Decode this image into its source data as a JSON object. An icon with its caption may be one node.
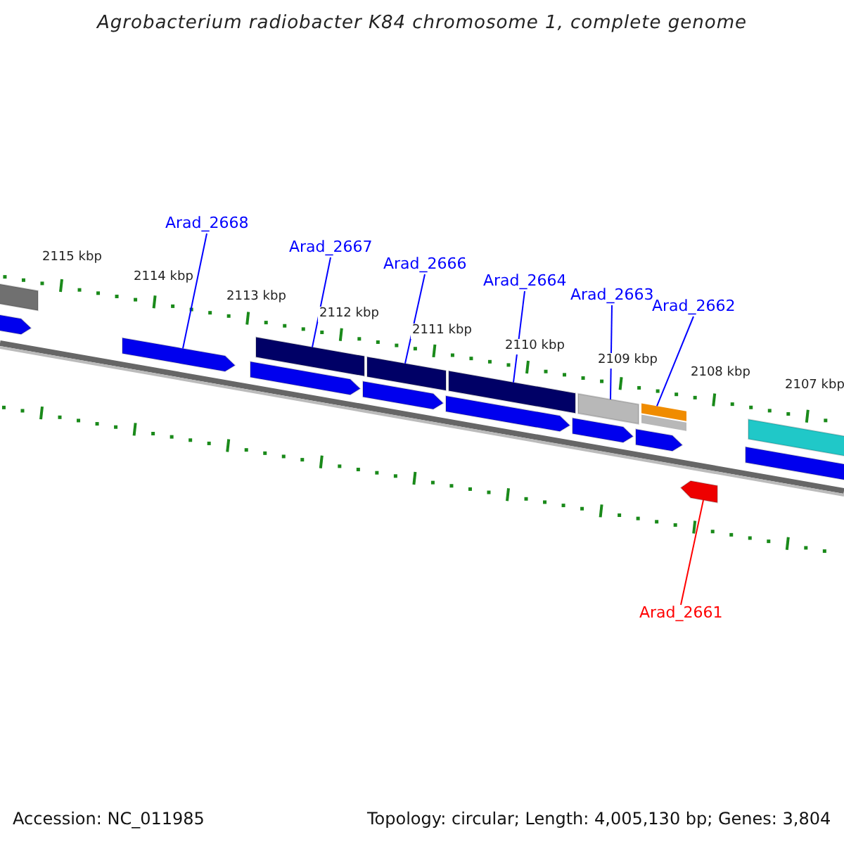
{
  "diagram": {
    "title": "Agrobacterium radiobacter K84 chromosome 1, complete genome",
    "nodes": [
      {
        "text": [
          "Arad_2668"
        ]
      },
      {
        "text": [
          "Arad_2667"
        ]
      },
      {
        "text": [
          "Arad_2666"
        ]
      },
      {
        "text": [
          "Arad_2664"
        ]
      },
      {
        "text": [
          "Arad_2663"
        ]
      },
      {
        "text": [
          "Arad_2662"
        ]
      },
      {
        "text": [
          "Arad_2661"
        ]
      },
      {
        "text": [],
        "shape": "bar"
      },
      {
        "text": [],
        "shape": "arrow"
      },
      {
        "text": [],
        "shape": "arrow"
      },
      {
        "text": [],
        "shape": "arrow"
      },
      {
        "text": [],
        "shape": "bar"
      },
      {
        "text": [],
        "shape": "arrow"
      },
      {
        "text": [],
        "shape": "bar"
      },
      {
        "text": [],
        "shape": "arrow"
      },
      {
        "text": [],
        "shape": "bar"
      },
      {
        "text": [],
        "shape": "arrow"
      },
      {
        "text": [],
        "shape": "bar"
      },
      {
        "text": [],
        "shape": "arrow"
      },
      {
        "text": [],
        "shape": "bar"
      },
      {
        "text": [],
        "shape": "arrow"
      },
      {
        "text": [],
        "shape": "bar"
      },
      {
        "text": [],
        "shape": "bar"
      }
    ],
    "edges": [
      {
        "from": 0,
        "to": 9,
        "arrow": "none"
      },
      {
        "from": 1,
        "to": 11,
        "arrow": "none"
      },
      {
        "from": 2,
        "to": 13,
        "arrow": "none"
      },
      {
        "from": 3,
        "to": 15,
        "arrow": "none"
      },
      {
        "from": 4,
        "to": 17,
        "arrow": "none"
      },
      {
        "from": 5,
        "to": 19,
        "arrow": "none"
      },
      {
        "from": 6,
        "to": 20,
        "arrow": "none",
        "color": "#ff0000"
      }
    ],
    "labels": [
      "2115 kbp",
      "2114 kbp",
      "2113 kbp",
      "2112 kbp",
      "2111 kbp",
      "2110 kbp",
      "2109 kbp",
      "2108 kbp",
      "2107 kbp",
      "Accession: NC_011985",
      "Topology: circular; Length: 4,005,130 bp; Genes: 3,804"
    ]
  }
}
